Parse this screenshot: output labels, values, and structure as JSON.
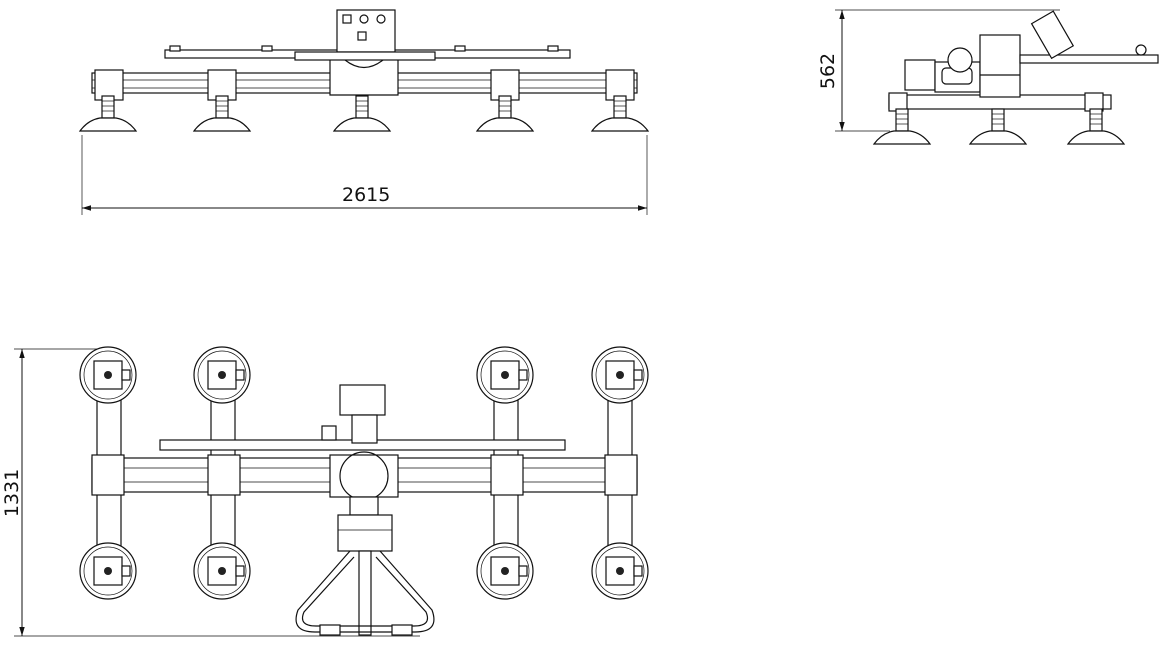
{
  "drawing": {
    "dimensions": {
      "front_width": "2615",
      "side_height": "562",
      "top_depth": "1331"
    },
    "colors": {
      "line": "#111111",
      "background": "#ffffff"
    }
  }
}
